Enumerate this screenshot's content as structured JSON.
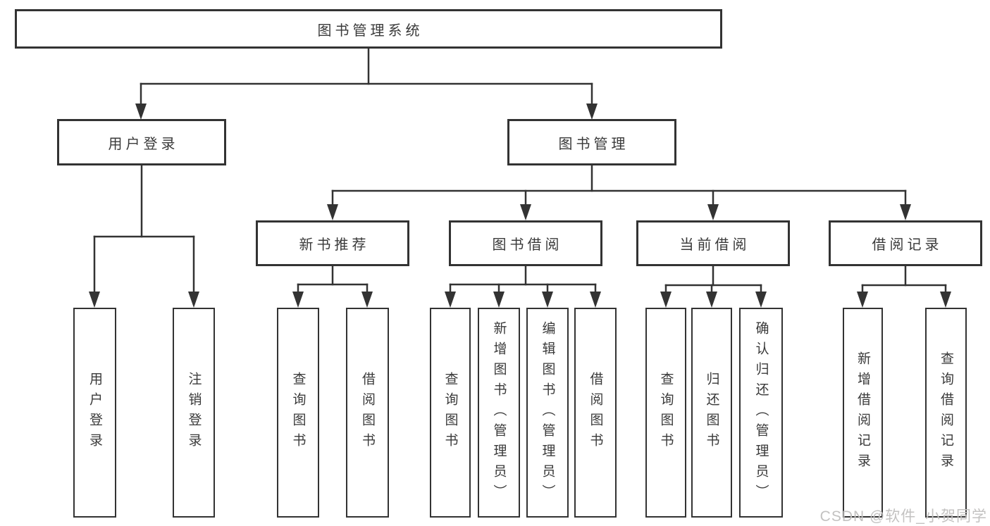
{
  "tree": {
    "label": "图书管理系统",
    "children": [
      {
        "label": "用户登录",
        "children": [
          {
            "label": "用户登录"
          },
          {
            "label": "注销登录"
          }
        ]
      },
      {
        "label": "图书管理",
        "children": [
          {
            "label": "新书推荐",
            "children": [
              {
                "label": "查询图书"
              },
              {
                "label": "借阅图书"
              }
            ]
          },
          {
            "label": "图书借阅",
            "children": [
              {
                "label": "查询图书"
              },
              {
                "label": "新增图书（管理员）"
              },
              {
                "label": "编辑图书（管理员）"
              },
              {
                "label": "借阅图书"
              }
            ]
          },
          {
            "label": "当前借阅",
            "children": [
              {
                "label": "查询图书"
              },
              {
                "label": "归还图书"
              },
              {
                "label": "确认归还（管理员）"
              }
            ]
          },
          {
            "label": "借阅记录",
            "children": [
              {
                "label": "新增借阅记录"
              },
              {
                "label": "查询借阅记录"
              }
            ]
          }
        ]
      }
    ]
  },
  "watermark": {
    "text": "CSDN @软件_小贺同学"
  },
  "colors": {
    "line": "#333333",
    "box_border": "#333333",
    "box_background": "#ffffff",
    "text": "#3a3a3a",
    "watermark": "#c3c2c1"
  }
}
